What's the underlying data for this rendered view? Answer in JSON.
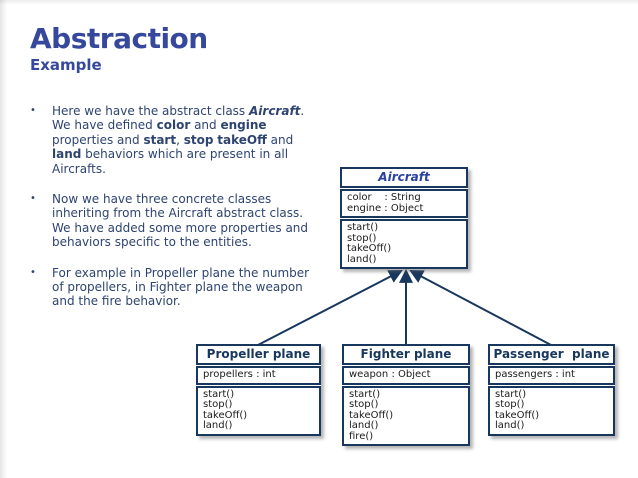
{
  "slide": {
    "title": "Abstraction",
    "subtitle": "Example",
    "bullets": [
      {
        "segments": [
          {
            "text": "Here we have the abstract class "
          },
          {
            "text": "Aircraft",
            "bold": true,
            "italic": true
          },
          {
            "text": ". We have defined "
          },
          {
            "text": "color",
            "bold": true
          },
          {
            "text": " and "
          },
          {
            "text": "engine",
            "bold": true
          },
          {
            "text": " properties and "
          },
          {
            "text": "start",
            "bold": true
          },
          {
            "text": ", "
          },
          {
            "text": "stop",
            "bold": true
          },
          {
            "text": " "
          },
          {
            "text": "takeOff",
            "bold": true
          },
          {
            "text": " and "
          },
          {
            "text": "land",
            "bold": true
          },
          {
            "text": " behaviors which are present in all Aircrafts."
          }
        ]
      },
      {
        "segments": [
          {
            "text": "Now we have three concrete classes inheriting from the Aircraft abstract class. We have added some more properties and behaviors specific to the entities."
          }
        ]
      },
      {
        "segments": [
          {
            "text": "For example in Propeller plane the number of propellers, in Fighter plane the weapon and the fire behavior."
          }
        ]
      }
    ]
  },
  "diagram": {
    "relation": "inheritance",
    "classes": [
      {
        "name": "Aircraft",
        "abstract": true,
        "attributes": [
          "color    : String",
          "engine : Object"
        ],
        "methods": [
          "start()",
          "stop()",
          "takeOff()",
          "land()"
        ]
      },
      {
        "name": "Propeller plane",
        "attributes": [
          "propellers : int"
        ],
        "methods": [
          "start()",
          "stop()",
          "takeOff()",
          "land()"
        ]
      },
      {
        "name": "Fighter plane",
        "attributes": [
          "weapon : Object"
        ],
        "methods": [
          "start()",
          "stop()",
          "takeOff()",
          "land()",
          "fire()"
        ]
      },
      {
        "name": "Passenger  plane",
        "attributes": [
          "passengers : int"
        ],
        "methods": [
          "start()",
          "stop()",
          "takeOff()",
          "land()"
        ]
      }
    ]
  },
  "colors": {
    "heading": "#35489C",
    "body_text": "#2E4470",
    "box_border": "#17375E",
    "class_name": "#17375E",
    "abstract_class_name": "#2841A0",
    "box_text": "#1A1A1A",
    "connector": "#17375E"
  }
}
